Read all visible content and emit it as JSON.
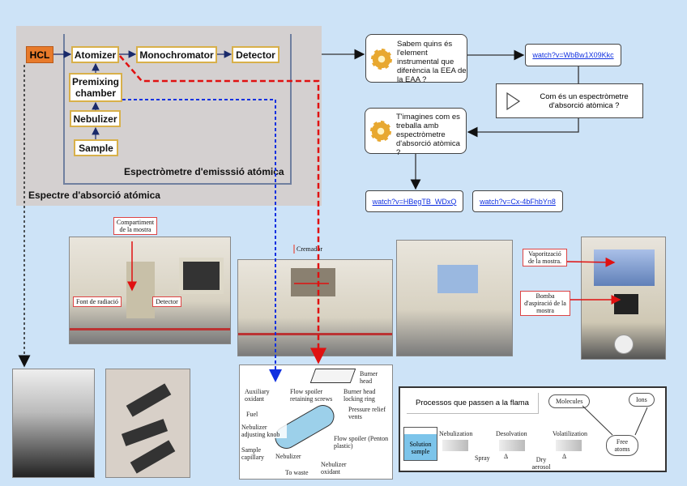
{
  "schematic": {
    "hcl": "HCL",
    "atomizer": "Atomizer",
    "monochromator": "Monochromator",
    "detector": "Detector",
    "premixing": "Premixing chamber",
    "nebulizer": "Nebulizer",
    "sample": "Sample",
    "emission_label": "Espectròmetre d'emisssió atómica",
    "absorption_label": "Espectre d'absorció atómica"
  },
  "flow": {
    "question1": "Sabem quins és l'element instrumental que diferència la EEA de la EAA ?",
    "link1": "watch?v=WbBw1X09Kkc",
    "question2": "Com és un espectròmetre d'absorció atòmica ?",
    "question3": "T'imagines com es treballa amb espectròmetre d'absorció atòmica ?",
    "link2": "watch?v=HBegTB_WDxQ",
    "link3": "watch?v=Cx-4bFhbYn8"
  },
  "photos": {
    "p1_caption_top": "Compartiment de la mostra",
    "p1_caption_left": "Font de radiació",
    "p1_caption_right": "Detector",
    "p2_caption": "Cremador",
    "p4_caption1": "Vaporització de la mostra.",
    "p4_caption2": "Bomba d'aspiració de la mostra"
  },
  "burner_diagram": {
    "labels": [
      "Burner head",
      "Burner head locking ring",
      "Pressure relief vents",
      "Flow spoiler retaining screws",
      "Auxiliary oxidant",
      "Fuel",
      "Nebulizer adjusting knob",
      "Sample capillary",
      "Nebulizer",
      "To waste",
      "Nebulizer oxidant",
      "Flow spoiler (Penton plastic)"
    ]
  },
  "flame": {
    "title": "Processos que passen a la flama",
    "solution": "Solution sample",
    "steps": [
      "Nebulization",
      "Desolvation",
      "Volatilization"
    ],
    "spray": "Spray",
    "dry": "Dry aerosol",
    "delta": "Δ",
    "molecules": "Molecules",
    "ions": "Ions",
    "free_atoms": "Free atoms"
  },
  "colors": {
    "background": "#cde3f7",
    "hcl": "#e87a2a",
    "red_path": "#e01010",
    "blue_path": "#1030e0"
  }
}
